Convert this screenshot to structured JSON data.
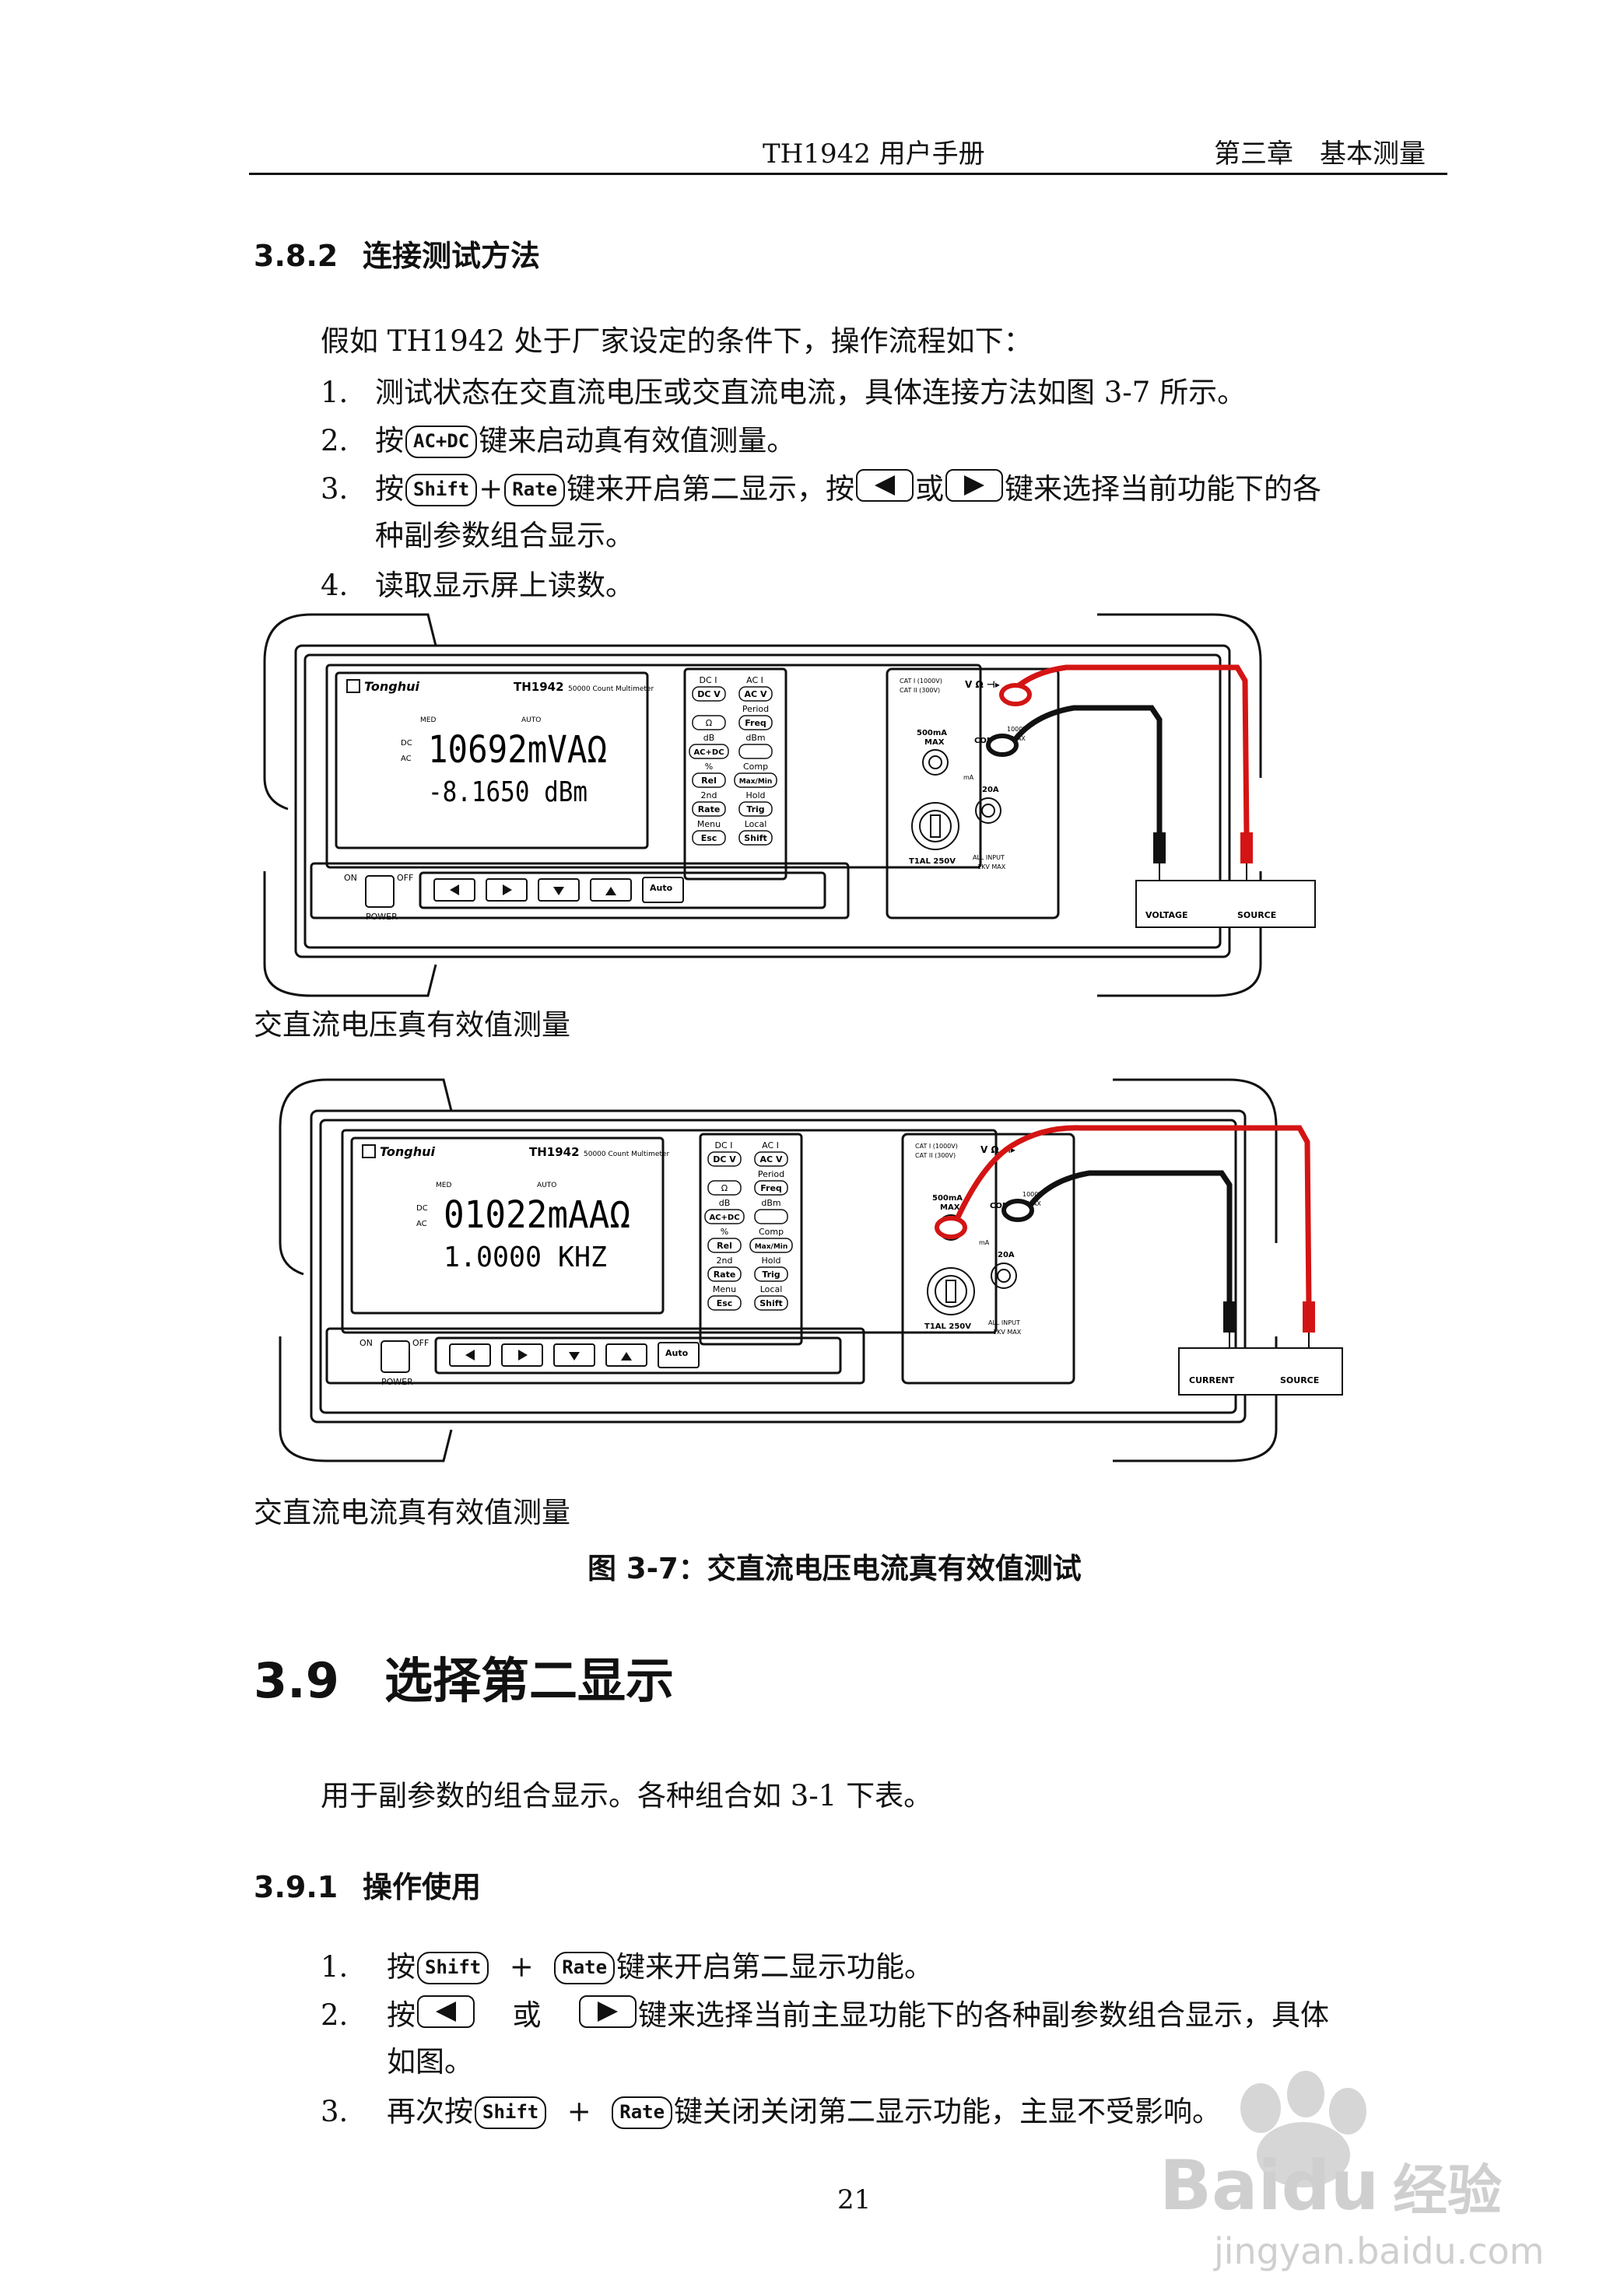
{
  "header": {
    "left": "TH1942 用户手册",
    "right": "第三章　基本测量"
  },
  "section_382": {
    "number": "3.8.2",
    "title": "连接测试方法"
  },
  "intro": "假如 TH1942 处于厂家设定的条件下，操作流程如下：",
  "steps_382": {
    "s1_num": "1.",
    "s1_text": "测试状态在交直流电压或交直流电流，具体连接方法如图 3-7 所示。",
    "s2_num": "2.",
    "s2_pre": "按",
    "s2_key": "AC+DC",
    "s2_post": "键来启动真有效值测量。",
    "s3_num": "3.",
    "s3_pre": "按",
    "s3_key1": "Shift",
    "s3_plus": "+",
    "s3_key2": "Rate",
    "s3_mid": "键来开启第二显示，按",
    "s3_or": "或",
    "s3_post": "键来选择当前功能下的各",
    "s3_line2": "种副参数组合显示。",
    "s4_num": "4.",
    "s4_text": "读取显示屏上读数。"
  },
  "figure1": {
    "caption": "交直流电压真有效值测量",
    "brand": "Tonghui",
    "model": "TH1942",
    "model_sub": "50000 Count Multimeter",
    "ann_med": "MED",
    "ann_auto": "AUTO",
    "ann_dc": "DC",
    "ann_ac": "AC",
    "reading_main": "10692mVAΩ",
    "reading_sub": "-8.1650 dBm",
    "box_left": "VOLTAGE",
    "box_right": "SOURCE"
  },
  "figure2": {
    "caption": "交直流电流真有效值测量",
    "brand": "Tonghui",
    "model": "TH1942",
    "model_sub": "50000 Count Multimeter",
    "ann_med": "MED",
    "ann_auto": "AUTO",
    "ann_dc": "DC",
    "ann_ac": "AC",
    "reading_main": "01022mAAΩ",
    "reading_sub": "1.0000 KHZ",
    "box_left": "CURRENT",
    "box_right": "SOURCE"
  },
  "panel": {
    "col1_top": "DC I",
    "col2_top": "AC I",
    "btn_dcv": "DC V",
    "btn_acv": "AC V",
    "lbl_period": "Period",
    "btn_ohm": "Ω",
    "btn_freq": "Freq",
    "lbl_db": "dB",
    "lbl_dbm": "dBm",
    "btn_acdc": "AC+DC",
    "lbl_pct": "%",
    "lbl_comp": "Comp",
    "btn_rel": "Rel",
    "btn_maxmin": "Max/Min",
    "lbl_2nd": "2nd",
    "lbl_hold": "Hold",
    "btn_rate": "Rate",
    "btn_trig": "Trig",
    "lbl_menu": "Menu",
    "lbl_local": "Local",
    "btn_esc": "Esc",
    "btn_shift": "Shift",
    "btn_auto": "Auto",
    "lbl_on": "ON",
    "lbl_off": "OFF",
    "lbl_power": "POWER",
    "term_vohm": "V Ω ⊣▸",
    "term_500ma": "500mA",
    "term_max": "MAX",
    "term_com": "COM",
    "term_1000v": "1000V",
    "term_max2": "MAX",
    "term_20a": "20A",
    "term_ma": "mA",
    "fuse": "T1AL 250V",
    "all_input": "ALL INPUT",
    "kv_max": "1KV MAX",
    "cat1": "CAT I (1000V)",
    "cat2": "CAT II (300V)"
  },
  "figure_caption": "图 3-7：交直流电压电流真有效值测试",
  "section_39": {
    "number": "3.9",
    "title": "选择第二显示"
  },
  "para_39": "用于副参数的组合显示。各种组合如 3-1 下表。",
  "section_391": {
    "number": "3.9.1",
    "title": "操作使用"
  },
  "steps_391": {
    "s1_num": "1.",
    "s1_pre": "按",
    "s1_key1": "Shift",
    "s1_plus": "+",
    "s1_key2": "Rate",
    "s1_post": "键来开启第二显示功能。",
    "s2_num": "2.",
    "s2_pre": "按",
    "s2_or": "或",
    "s2_post": "键来选择当前主显功能下的各种副参数组合显示，具体",
    "s2_line2": "如图。",
    "s3_num": "3.",
    "s3_pre": "再次按",
    "s3_key1": "Shift",
    "s3_plus": "+",
    "s3_key2": "Rate",
    "s3_post": "键关闭关闭第二显示功能，主显不受影响。"
  },
  "page_number": "21",
  "watermark": {
    "brand": "Baidu",
    "product": "经验",
    "url": "jingyan.baidu.com"
  },
  "colors": {
    "red_lead": "#d41414",
    "black_lead": "#111111"
  }
}
